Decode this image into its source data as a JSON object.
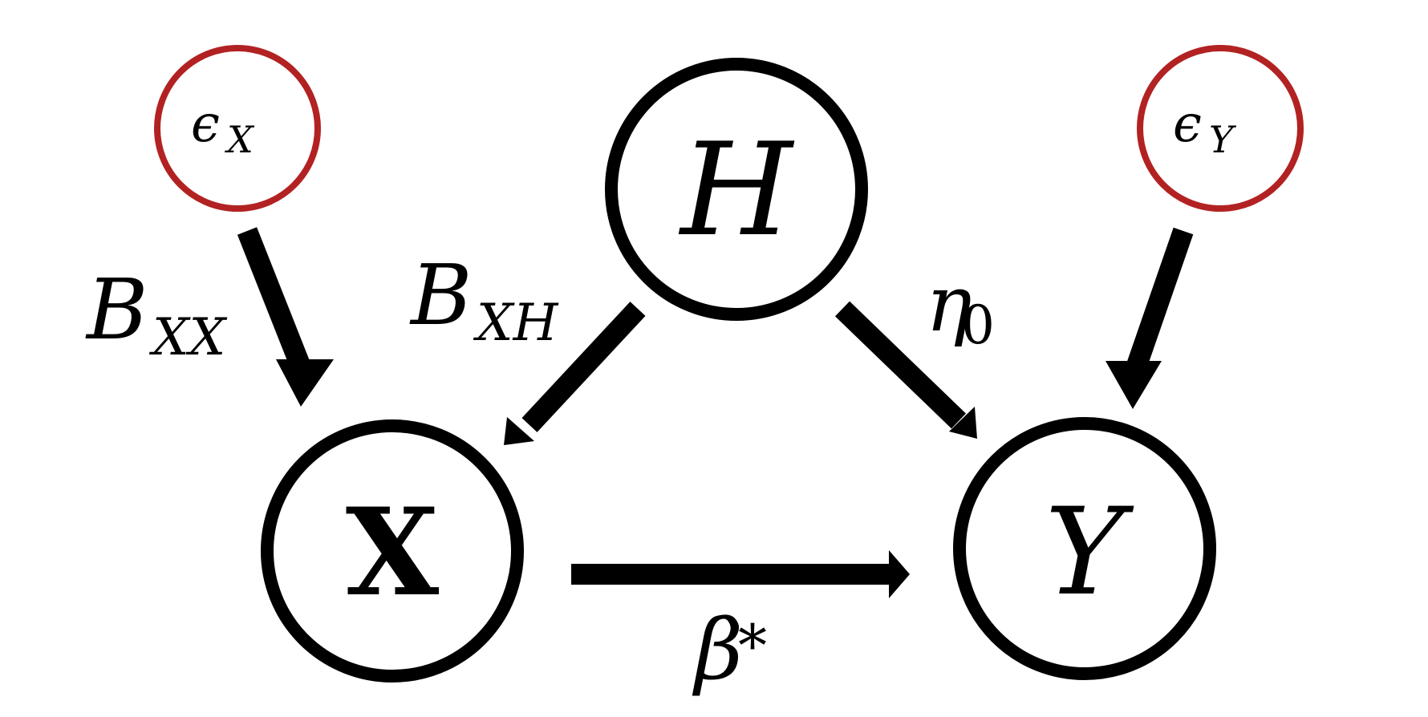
{
  "colors": {
    "node_stroke": "#000000",
    "noise_stroke": "#b22222",
    "arrow": "#000000",
    "background": "#ffffff"
  },
  "nodes": {
    "eps_x": {
      "symbol": "ϵ",
      "sub": "X"
    },
    "eps_y": {
      "symbol": "ϵ",
      "sub": "Y"
    },
    "h": {
      "symbol": "H"
    },
    "x": {
      "symbol": "X"
    },
    "y": {
      "symbol": "Y"
    }
  },
  "edges": {
    "eps_x_to_x": {
      "symbol": "B",
      "sub": "XX"
    },
    "h_to_x": {
      "symbol": "B",
      "sub": "XH"
    },
    "h_to_y": {
      "symbol": "η",
      "sub": "0"
    },
    "eps_y_to_y": {
      "label": ""
    },
    "x_to_y": {
      "symbol": "β",
      "sup": "*"
    }
  }
}
